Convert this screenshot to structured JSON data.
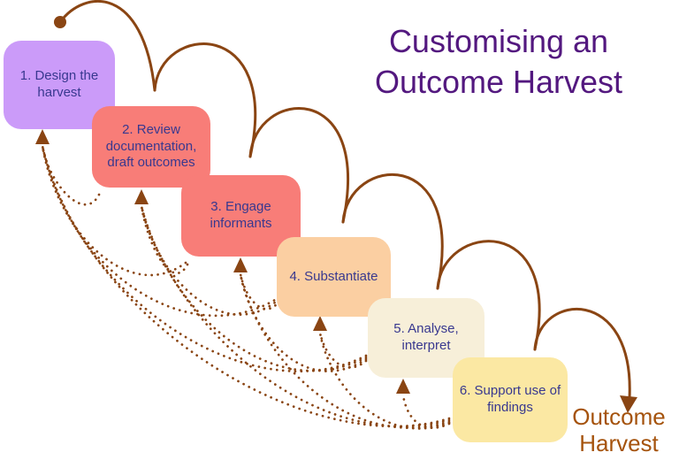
{
  "title": {
    "line1": "Customising an",
    "line2": "Outcome Harvest"
  },
  "steps": [
    {
      "label": "1. Design the harvest",
      "color": "#cb9bf9"
    },
    {
      "label": "2. Review documentation, draft outcomes",
      "color": "#f87d78"
    },
    {
      "label": "3. Engage informants",
      "color": "#f87d78"
    },
    {
      "label": "4. Substantiate",
      "color": "#fbcfa2"
    },
    {
      "label": "5. Analyse, interpret",
      "color": "#f7efd9"
    },
    {
      "label": "6. Support use of findings",
      "color": "#fbe8a3"
    }
  ],
  "outcome": {
    "line1": "Outcome",
    "line2": "Harvest"
  },
  "colors": {
    "arrow_brown": "#8a4513",
    "title_purple": "#53187f",
    "step_text": "#38388f",
    "outcome_text": "#a5530d",
    "background": "#ffffff"
  }
}
